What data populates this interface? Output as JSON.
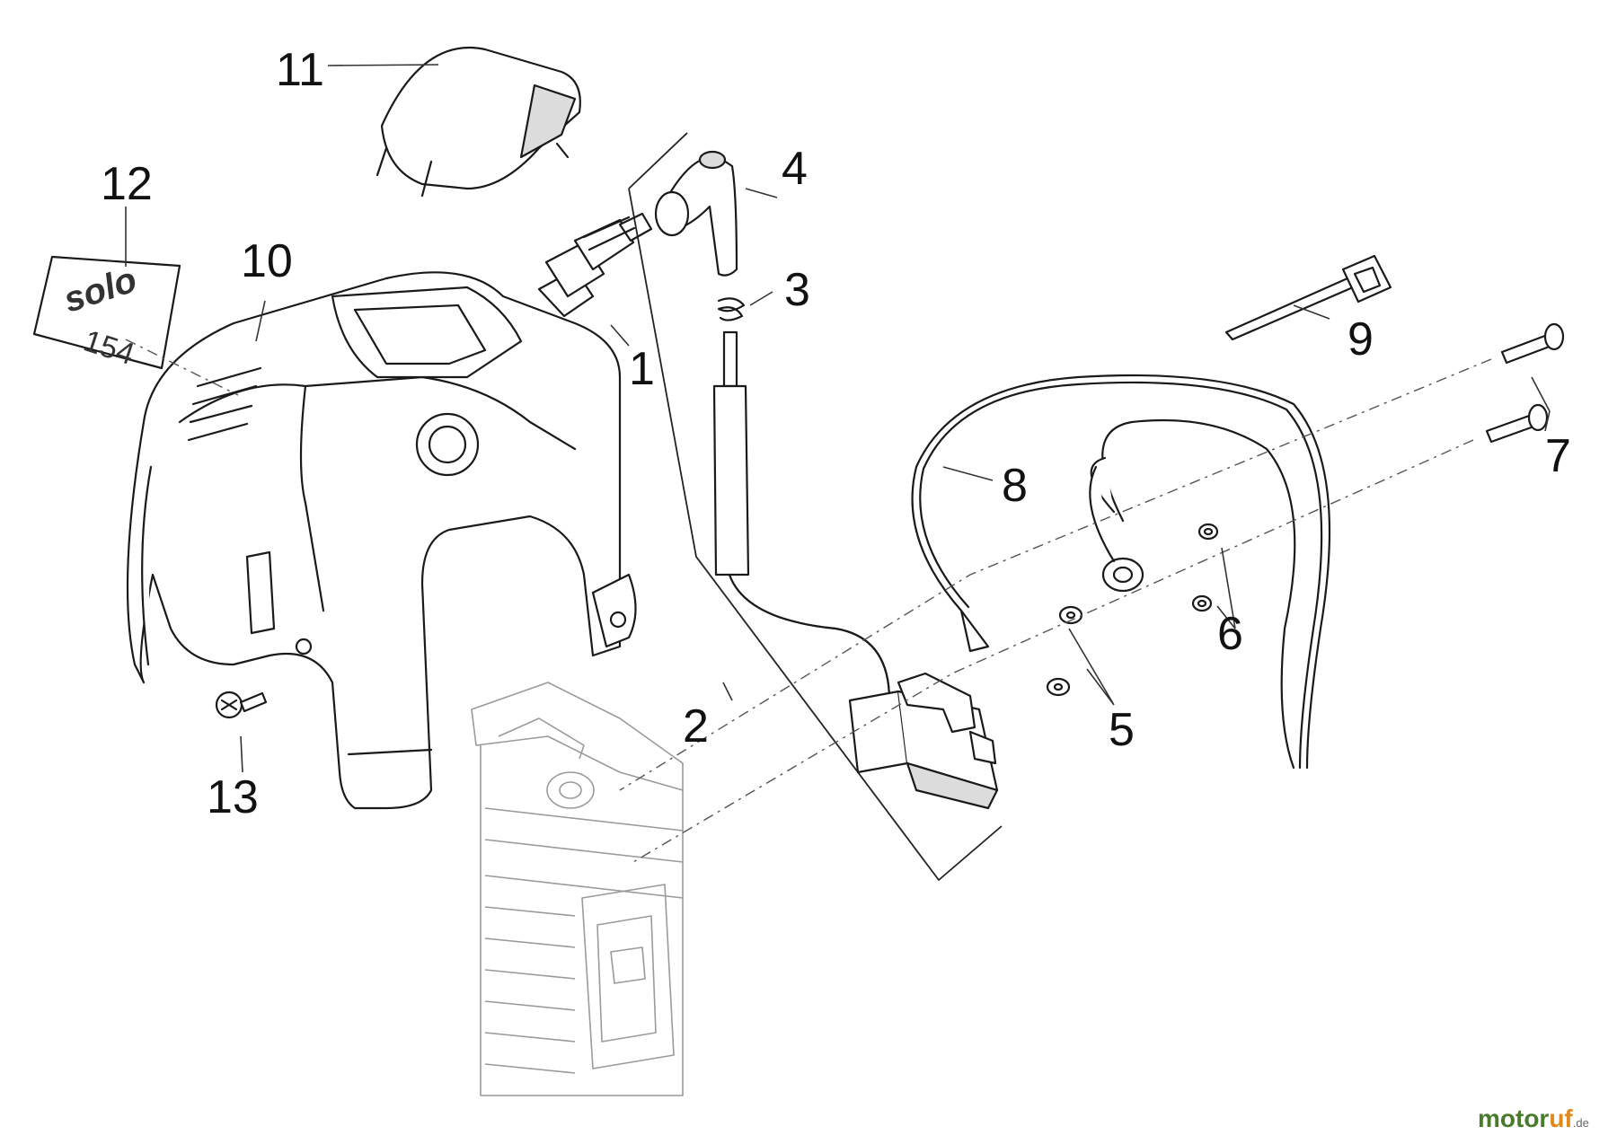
{
  "callouts": [
    {
      "id": "1",
      "label": "1"
    },
    {
      "id": "2",
      "label": "2"
    },
    {
      "id": "3",
      "label": "3"
    },
    {
      "id": "4",
      "label": "4"
    },
    {
      "id": "5",
      "label": "5"
    },
    {
      "id": "6",
      "label": "6"
    },
    {
      "id": "7",
      "label": "7"
    },
    {
      "id": "8",
      "label": "8"
    },
    {
      "id": "9",
      "label": "9"
    },
    {
      "id": "10",
      "label": "10"
    },
    {
      "id": "11",
      "label": "11"
    },
    {
      "id": "12",
      "label": "12"
    },
    {
      "id": "13",
      "label": "13"
    }
  ],
  "decal": {
    "brand": "solo",
    "model": "154"
  },
  "watermark": {
    "part1": "motor",
    "part2": "uf",
    "suffix": ".de"
  },
  "colors": {
    "line": "#1a1a1a",
    "ghost": "#9a9a9a",
    "brand_green": "#4a7a2c",
    "brand_orange": "#e08a1e"
  }
}
